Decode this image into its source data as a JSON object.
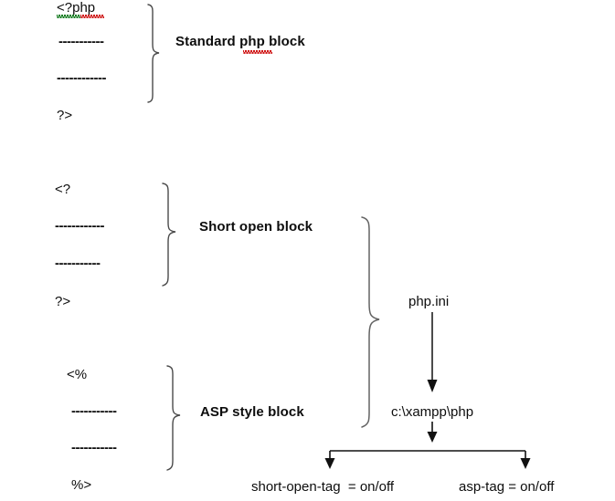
{
  "diagram": {
    "title": "PHP code block styles and php.ini configuration",
    "colors": {
      "stroke": "#4a4a4a",
      "arrow": "#000000",
      "text": "#0d0d0d",
      "spell_error": "#cf1414",
      "grammar_error": "#157d22",
      "background": "#ffffff"
    },
    "blocks": [
      {
        "id": "standard-php",
        "open_tag": "<?php",
        "body_line_1": "-----------",
        "body_line_2": "------------",
        "close_tag": "?>",
        "label": "Standard php block"
      },
      {
        "id": "short-open",
        "open_tag": "<?",
        "body_line_1": "------------",
        "body_line_2": "-----------",
        "close_tag": "?>",
        "label": "Short open block"
      },
      {
        "id": "asp-style",
        "open_tag": "<%",
        "body_line_1": "-----------",
        "body_line_2": "-----------",
        "close_tag": "%>",
        "label": "ASP style block"
      }
    ],
    "config": {
      "file_name": "php.ini",
      "file_path": "c:\\xampp\\php",
      "settings": [
        {
          "id": "short-open-tag",
          "label": "short-open-tag  = on/off"
        },
        {
          "id": "asp-tag",
          "label": "asp-tag = on/off"
        }
      ]
    }
  }
}
